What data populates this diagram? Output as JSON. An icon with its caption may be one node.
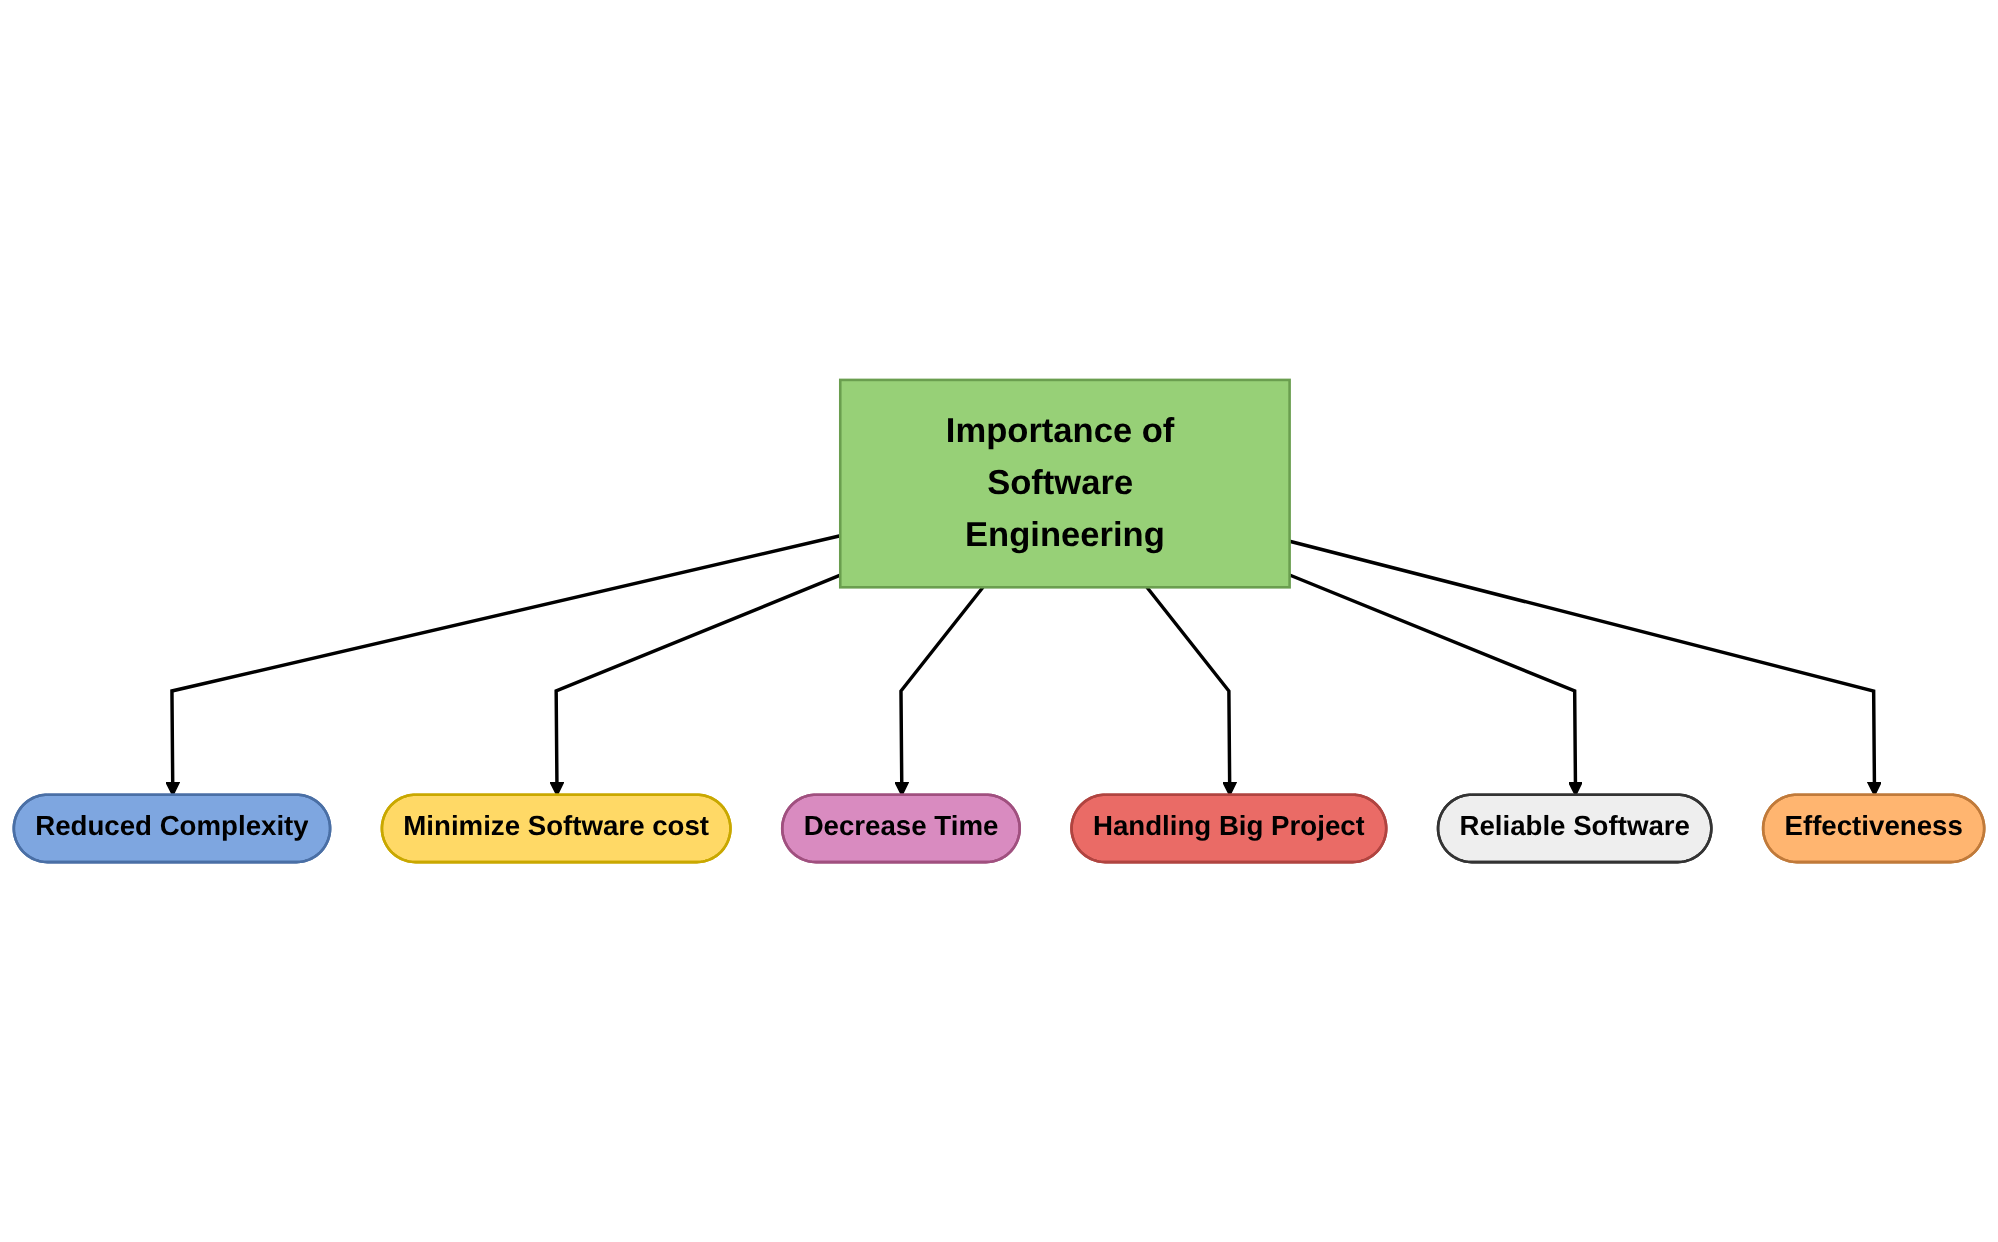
{
  "diagram": {
    "nodes": [
      {
        "text": [
          "Reduced Complexity"
        ]
      },
      {
        "text": [
          "Minimize Software cost"
        ]
      },
      {
        "text": [
          "Decrease Time"
        ]
      },
      {
        "text": [
          "Importance of Software Engineering"
        ]
      },
      {
        "text": [
          "Handling Big Project"
        ]
      },
      {
        "text": [
          "Reliable Software"
        ]
      },
      {
        "text": [
          "Effectiveness"
        ]
      }
    ],
    "edges": [
      {
        "from": 3,
        "to": 0,
        "arrow": "to"
      },
      {
        "from": 3,
        "to": 1,
        "arrow": "to"
      },
      {
        "from": 3,
        "to": 2,
        "arrow": "to"
      },
      {
        "from": 3,
        "to": 4,
        "arrow": "to"
      },
      {
        "from": 3,
        "to": 5,
        "arrow": "to"
      },
      {
        "from": 3,
        "to": 6,
        "arrow": "to"
      }
    ]
  }
}
